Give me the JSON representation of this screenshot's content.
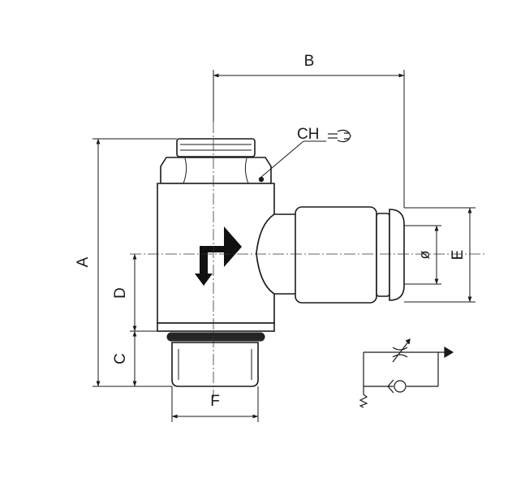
{
  "dimensions": {
    "a": "A",
    "b": "B",
    "c": "C",
    "d": "D",
    "e": "E",
    "f": "F",
    "diameter": "ø"
  },
  "wrench_label": "CH",
  "icons": {
    "wrench": "wrench-icon",
    "flow_arrow": "flow-direction-arrow-icon",
    "valve_symbol": "flow-control-valve-symbol-icon"
  },
  "colors": {
    "line": "#1a1a1a",
    "body_fill": "#ffffff",
    "arrow_fill": "#111111"
  }
}
